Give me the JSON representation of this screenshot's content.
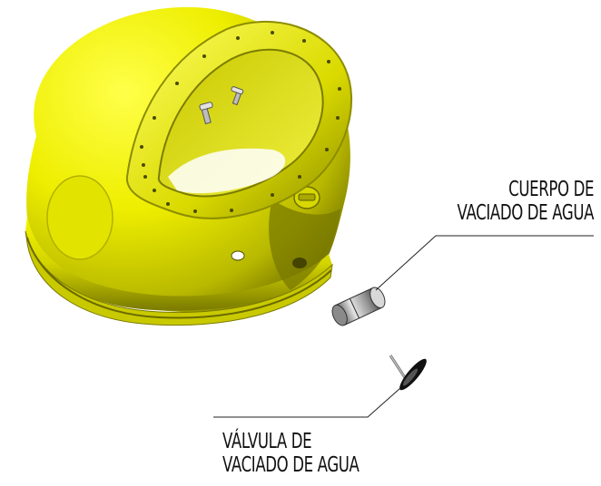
{
  "callouts": {
    "drain_body": {
      "line1": "CUERPO DE",
      "line2": "VACIADO DE AGUA"
    },
    "drain_valve": {
      "line1": "VÁLVULA DE",
      "line2": "VACIADO DE AGUA"
    }
  },
  "colors": {
    "helmet": "#f2f200",
    "helmet_shadow": "#8c8c00",
    "metal": "#9a9a9a",
    "leader_line": "#222222",
    "text": "#111111"
  }
}
